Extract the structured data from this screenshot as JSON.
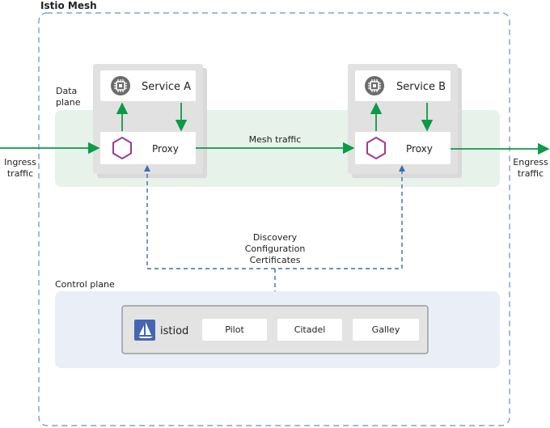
{
  "mesh": {
    "title": "Istio Mesh"
  },
  "data_plane": {
    "label_line1": "Data",
    "label_line2": "plane"
  },
  "pod_a": {
    "service_label": "Service A",
    "proxy_label": "Proxy"
  },
  "pod_b": {
    "service_label": "Service B",
    "proxy_label": "Proxy"
  },
  "mesh_traffic_label": "Mesh traffic",
  "ingress": {
    "line1": "Ingress",
    "line2": "traffic"
  },
  "egress": {
    "line1": "Engress",
    "line2": "traffic"
  },
  "control_signals": {
    "line1": "Discovery",
    "line2": "Configuration",
    "line3": "Certificates"
  },
  "control_plane": {
    "label": "Control plane",
    "istiod_label": "istiod",
    "components": [
      "Pilot",
      "Citadel",
      "Galley"
    ]
  },
  "colors": {
    "mesh_border": "#6a8ec8",
    "data_plane_fill": "#e6f2ea",
    "control_plane_fill": "#e9eef7",
    "pod_shadow": "#dedede",
    "traffic_green": "#0b9a48",
    "control_blue": "#3a6db5",
    "proxy_hex": "#9b3d8f",
    "chip_gray": "#6b6b6b",
    "istiod_blue": "#4266b2"
  }
}
